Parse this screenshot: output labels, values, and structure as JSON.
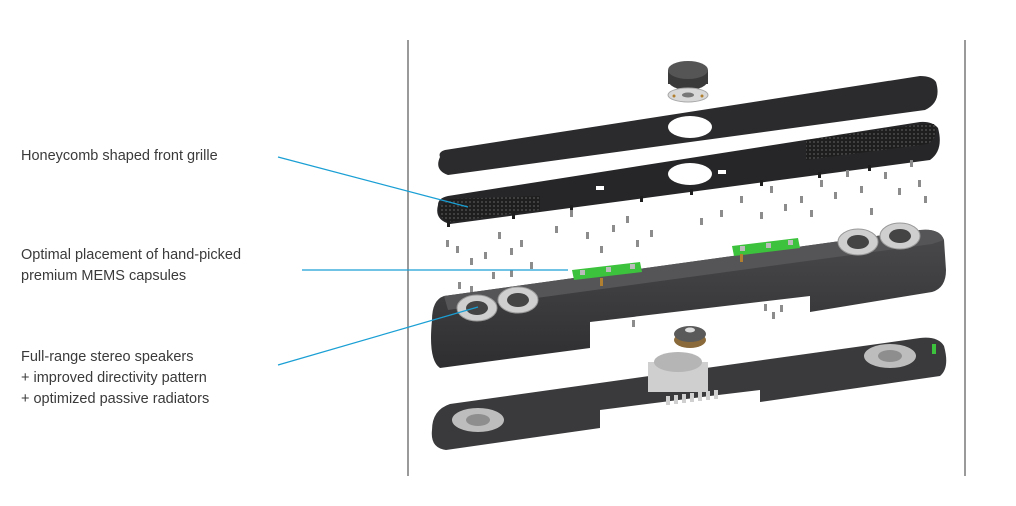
{
  "diagram": {
    "title": "Exploded view of video soundbar",
    "callouts": [
      {
        "id": "grille",
        "lines": [
          "Honeycomb shaped front grille"
        ]
      },
      {
        "id": "mems",
        "lines": [
          "Optimal placement of hand-picked",
          "premium MEMS capsules"
        ]
      },
      {
        "id": "speakers",
        "lines": [
          "Full-range stereo speakers",
          "+ improved directivity pattern",
          "+ optimized passive radiators"
        ]
      }
    ],
    "colors": {
      "leader_line": "#1a9fd4",
      "divider": "#9a9a9a",
      "text": "#3a3a3a",
      "housing": "#3b3b3d",
      "cover": "#2b2b2d",
      "pcb": "#3cc23c",
      "metal": "#c9c9c9"
    }
  }
}
